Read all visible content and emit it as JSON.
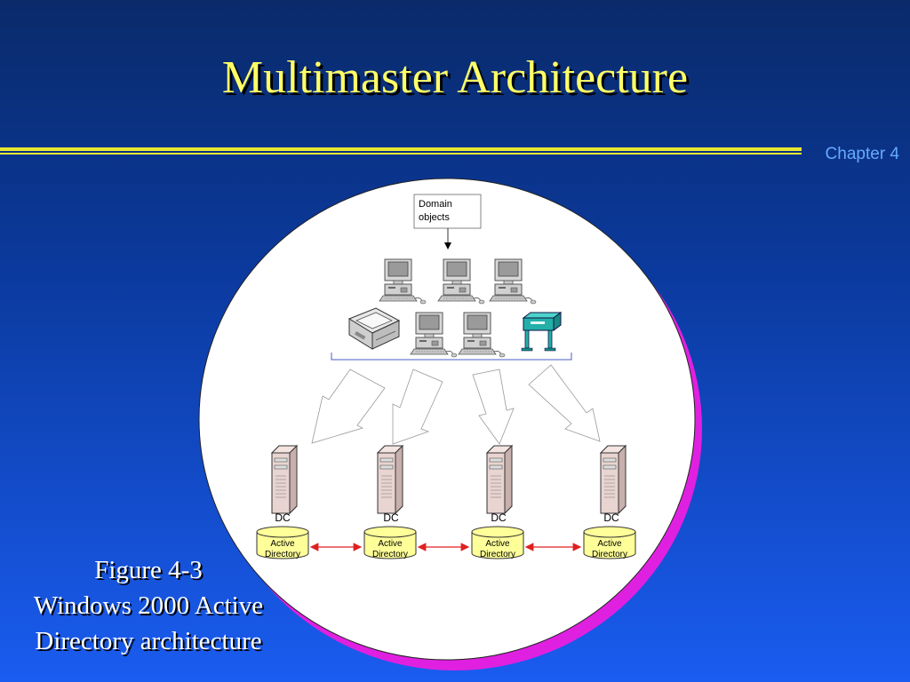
{
  "slide": {
    "title": "Multimaster Architecture",
    "chapter": "Chapter 4"
  },
  "diagram": {
    "callout": [
      "Domain",
      "objects"
    ],
    "dc_label": "DC",
    "store_label": [
      "Active",
      "Directory"
    ]
  },
  "caption": {
    "lines": [
      "Figure 4-3",
      "Windows 2000 Active",
      "Directory architecture"
    ]
  },
  "colors": {
    "title": "#ffff66",
    "rule": "#e8e830",
    "chapter": "#66aaff",
    "circle_shadow": "#e020e0",
    "store_fill": "#ffff99",
    "link_arrow": "#e02020"
  }
}
